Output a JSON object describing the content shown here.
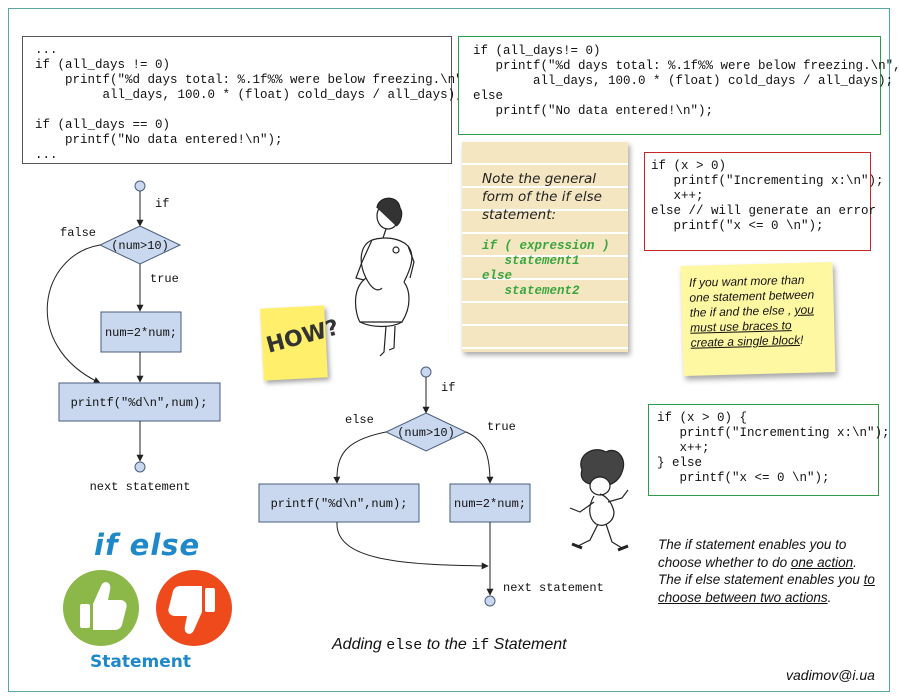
{
  "code_boxes": {
    "top_left": "...\nif (all_days != 0)\n    printf(\"%d days total: %.1f%% were below freezing.\\n\",\n         all_days, 100.0 * (float) cold_days / all_days);\n\nif (all_days == 0)\n    printf(\"No data entered!\\n\");\n...",
    "top_right": "if (all_days!= 0)\n   printf(\"%d days total: %.1f%% were below freezing.\\n\",\n        all_days, 100.0 * (float) cold_days / all_days);\nelse\n   printf(\"No data entered!\\n\");",
    "error_example": "if (x > 0)\n   printf(\"Incrementing x:\\n\");\n   x++;\nelse // will generate an error\n   printf(\"x <= 0 \\n\");",
    "braces_example": "if (x > 0) {\n   printf(\"Incrementing x:\\n\");\n   x++;\n} else\n   printf(\"x <= 0 \\n\");"
  },
  "note": {
    "text_line1": "Note the general",
    "text_line2": "form of the if else",
    "text_line3": "statement:",
    "code": "if ( expression )\n   statement1\nelse\n   statement2"
  },
  "sticky": {
    "text_plain1": "If you want more than one statement between the if and the else ,",
    "text_underlined": "you must use braces to create a single block",
    "text_plain2": "!"
  },
  "how_label": "HOW?",
  "flowchart_if": {
    "entry_label": "if",
    "false_label": "false",
    "true_label": "true",
    "condition": "(num>10)",
    "action": "num=2*num;",
    "print": "printf(\"%d\\n\",num);",
    "exit_label": "next statement"
  },
  "flowchart_ifelse": {
    "entry_label": "if",
    "else_label": "else",
    "true_label": "true",
    "condition": "(num>10)",
    "else_action": "printf(\"%d\\n\",num);",
    "true_action": "num=2*num;",
    "exit_label": "next statement"
  },
  "logo": {
    "title": "if else",
    "subtitle": "Statement",
    "thumb_up_color": "#8cb84a",
    "thumb_down_color": "#ee4a1c"
  },
  "description": {
    "p1": "The if statement enables you to choose whether to do ",
    "p1_u": "one action",
    "p1_end": ".",
    "p2": "The if else statement enables you ",
    "p2_u": "to choose between two actions",
    "p2_end": "."
  },
  "caption": {
    "pre": "Adding ",
    "kw1": "else",
    "mid": " to the ",
    "kw2": "if",
    "post": " Statement"
  },
  "email": "vadimov@i.ua",
  "colors": {
    "frame": "#5aa6a0",
    "node_fill": "#c9d8ee",
    "green_border": "#2f9a4a",
    "red_border": "#c62828",
    "accent_blue": "#1e88c8"
  }
}
